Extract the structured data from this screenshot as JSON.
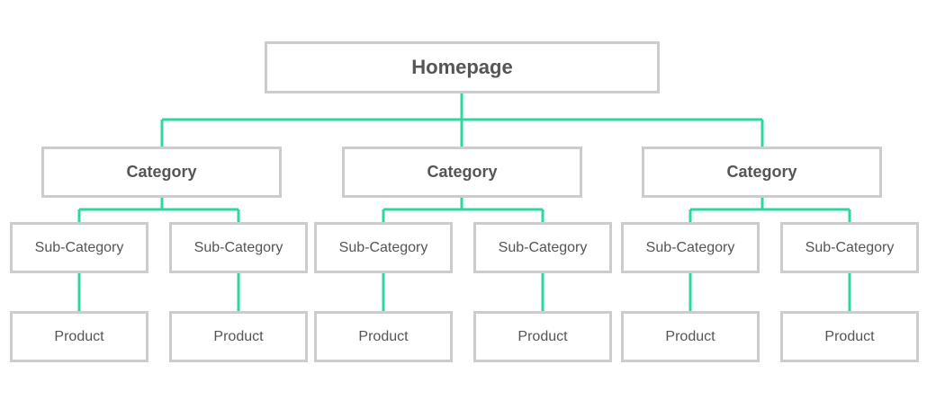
{
  "diagram": {
    "root": {
      "label": "Homepage"
    },
    "categories": [
      {
        "label": "Category",
        "subcategories": [
          {
            "label": "Sub-Category",
            "product": "Product"
          },
          {
            "label": "Sub-Category",
            "product": "Product"
          }
        ]
      },
      {
        "label": "Category",
        "subcategories": [
          {
            "label": "Sub-Category",
            "product": "Product"
          },
          {
            "label": "Sub-Category",
            "product": "Product"
          }
        ]
      },
      {
        "label": "Category",
        "subcategories": [
          {
            "label": "Sub-Category",
            "product": "Product"
          },
          {
            "label": "Sub-Category",
            "product": "Product"
          }
        ]
      }
    ]
  },
  "colors": {
    "connector": "#2ed6a0",
    "box_border": "#cccccc",
    "text": "#555555"
  }
}
